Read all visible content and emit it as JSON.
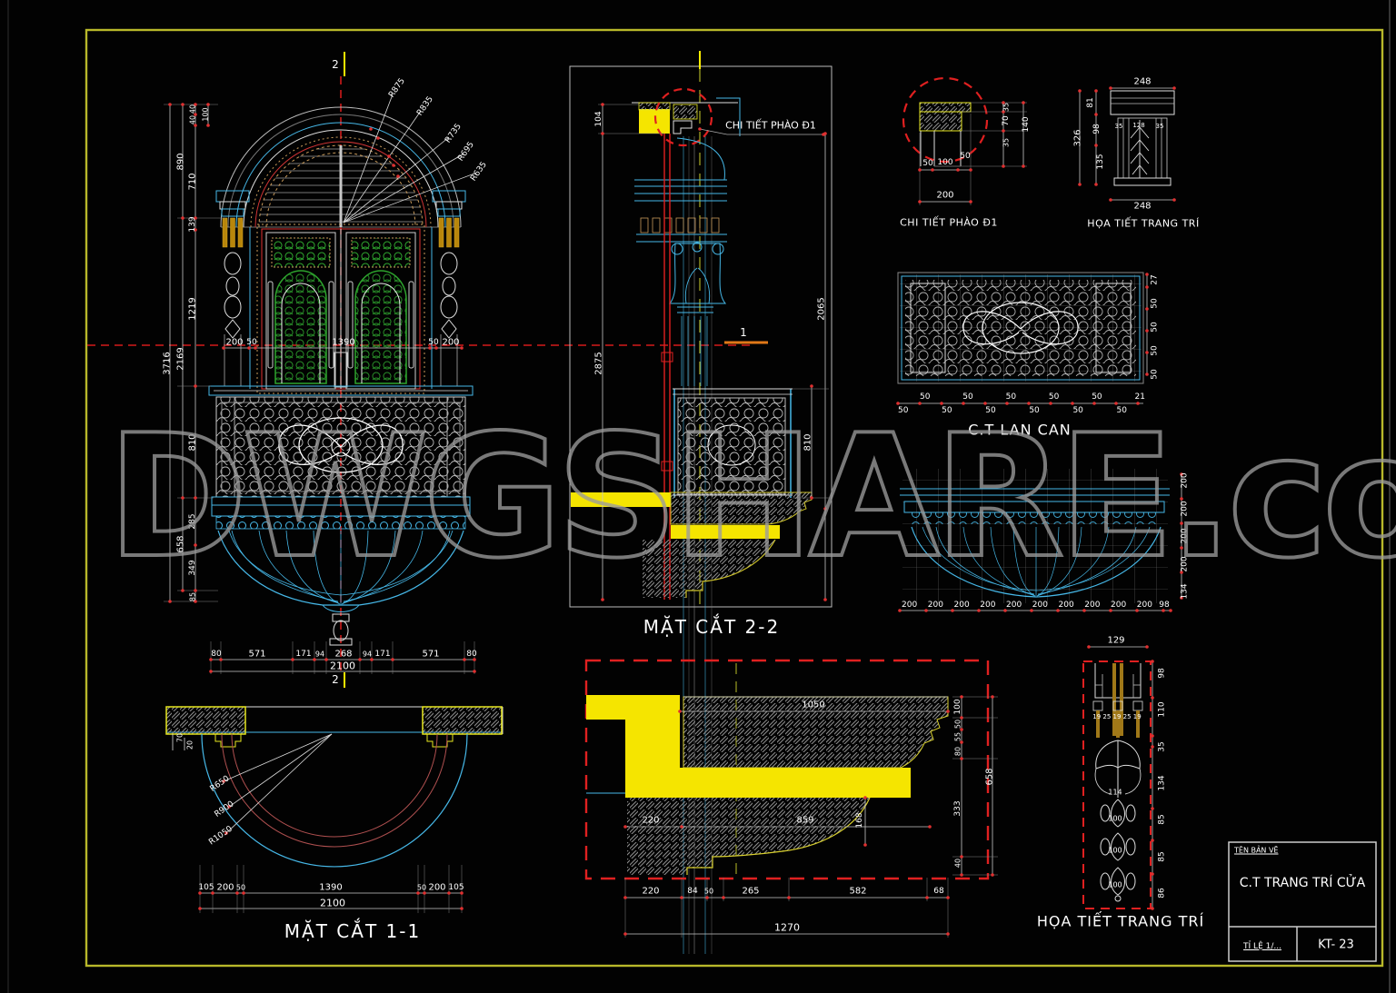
{
  "frame": {
    "color": "#b8b82a"
  },
  "watermark": "DWGSHARE.com",
  "markers": {
    "sec2_top": "2",
    "sec2_bottom": "2",
    "sec1": "1"
  },
  "elevation": {
    "total_h": "3716",
    "col2": [
      "890",
      "2169",
      "658"
    ],
    "col3": [
      "40",
      "40",
      "100",
      "710",
      "139",
      "1219",
      "810",
      "285",
      "349",
      "85"
    ],
    "radii": [
      "R875",
      "R835",
      "R735",
      "R695",
      "R635"
    ],
    "center_dims": [
      "200",
      "50",
      "1390",
      "50",
      "200"
    ],
    "bottom_dims": [
      "80",
      "571",
      "171",
      "94",
      "268",
      "94",
      "171",
      "571",
      "80"
    ],
    "bottom_total": "2100"
  },
  "section11": {
    "title": "MẶT CẮT 1-1",
    "radii": [
      "R650",
      "R900",
      "R1050"
    ],
    "side_dims": [
      "70",
      "20"
    ],
    "bottom_dims": [
      "105",
      "200",
      "50",
      "1390",
      "50",
      "200",
      "105"
    ],
    "bottom_total": "2100"
  },
  "section22": {
    "title": "MẶT CẮT 2-2",
    "callout": "CHI TIẾT PHÀO Đ1",
    "dim_104": "104",
    "dim_2875": "2875",
    "dim_2065": "2065",
    "dim_810": "810"
  },
  "detail_d1": {
    "title": "CHI TIẾT PHÀO Đ1",
    "right_dims": [
      "35",
      "70",
      "35"
    ],
    "right_total": "140",
    "bottom_dims": [
      "50",
      "100",
      "50"
    ],
    "bottom_total": "200"
  },
  "ornament_top": {
    "title": "HỌA TIẾT TRANG TRÍ",
    "top_dim": "248",
    "bottom_dim": "248",
    "left_dims": [
      "81",
      "98",
      "135"
    ],
    "left_total": "326",
    "inner_dims": [
      "35",
      "128",
      "35"
    ]
  },
  "lancan": {
    "title": "C.T LAN CAN",
    "row_a": [
      "50",
      "50",
      "50",
      "50",
      "50",
      "21"
    ],
    "row_b": [
      "50",
      "50",
      "50",
      "50",
      "50",
      "50"
    ],
    "right_dims": [
      "27",
      "50",
      "50",
      "50",
      "50"
    ]
  },
  "basin": {
    "bottom_dims": [
      "200",
      "200",
      "200",
      "200",
      "200",
      "200",
      "200",
      "200",
      "200",
      "200"
    ],
    "bottom_end": "98",
    "right_dims": [
      "200",
      "200",
      "200",
      "200",
      "134"
    ]
  },
  "cornice": {
    "top_dim": "1050",
    "dim_220": "220",
    "dim_859": "859",
    "dim_168": "168",
    "right_dims": [
      "100",
      "50",
      "55",
      "80",
      "333",
      "40"
    ],
    "right_total": "658",
    "bottom_dims": [
      "220",
      "84",
      "50",
      "265",
      "582",
      "68"
    ],
    "bottom_total": "1270"
  },
  "ornament_bottom": {
    "title": "HỌA TIẾT TRANG TRÍ",
    "top_dim": "129",
    "right_dims": [
      "98",
      "110",
      "35",
      "134",
      "85",
      "85",
      "86"
    ],
    "inner_dims": [
      "114",
      "100",
      "100",
      "100"
    ],
    "small_dims": "19 25 19 25 19"
  },
  "titleblock": {
    "header": "TÊN BẢN VẼ",
    "title": "C.T TRANG TRÍ CỬA",
    "scale": "TỈ LỆ 1/...",
    "code": "KT- 23"
  }
}
